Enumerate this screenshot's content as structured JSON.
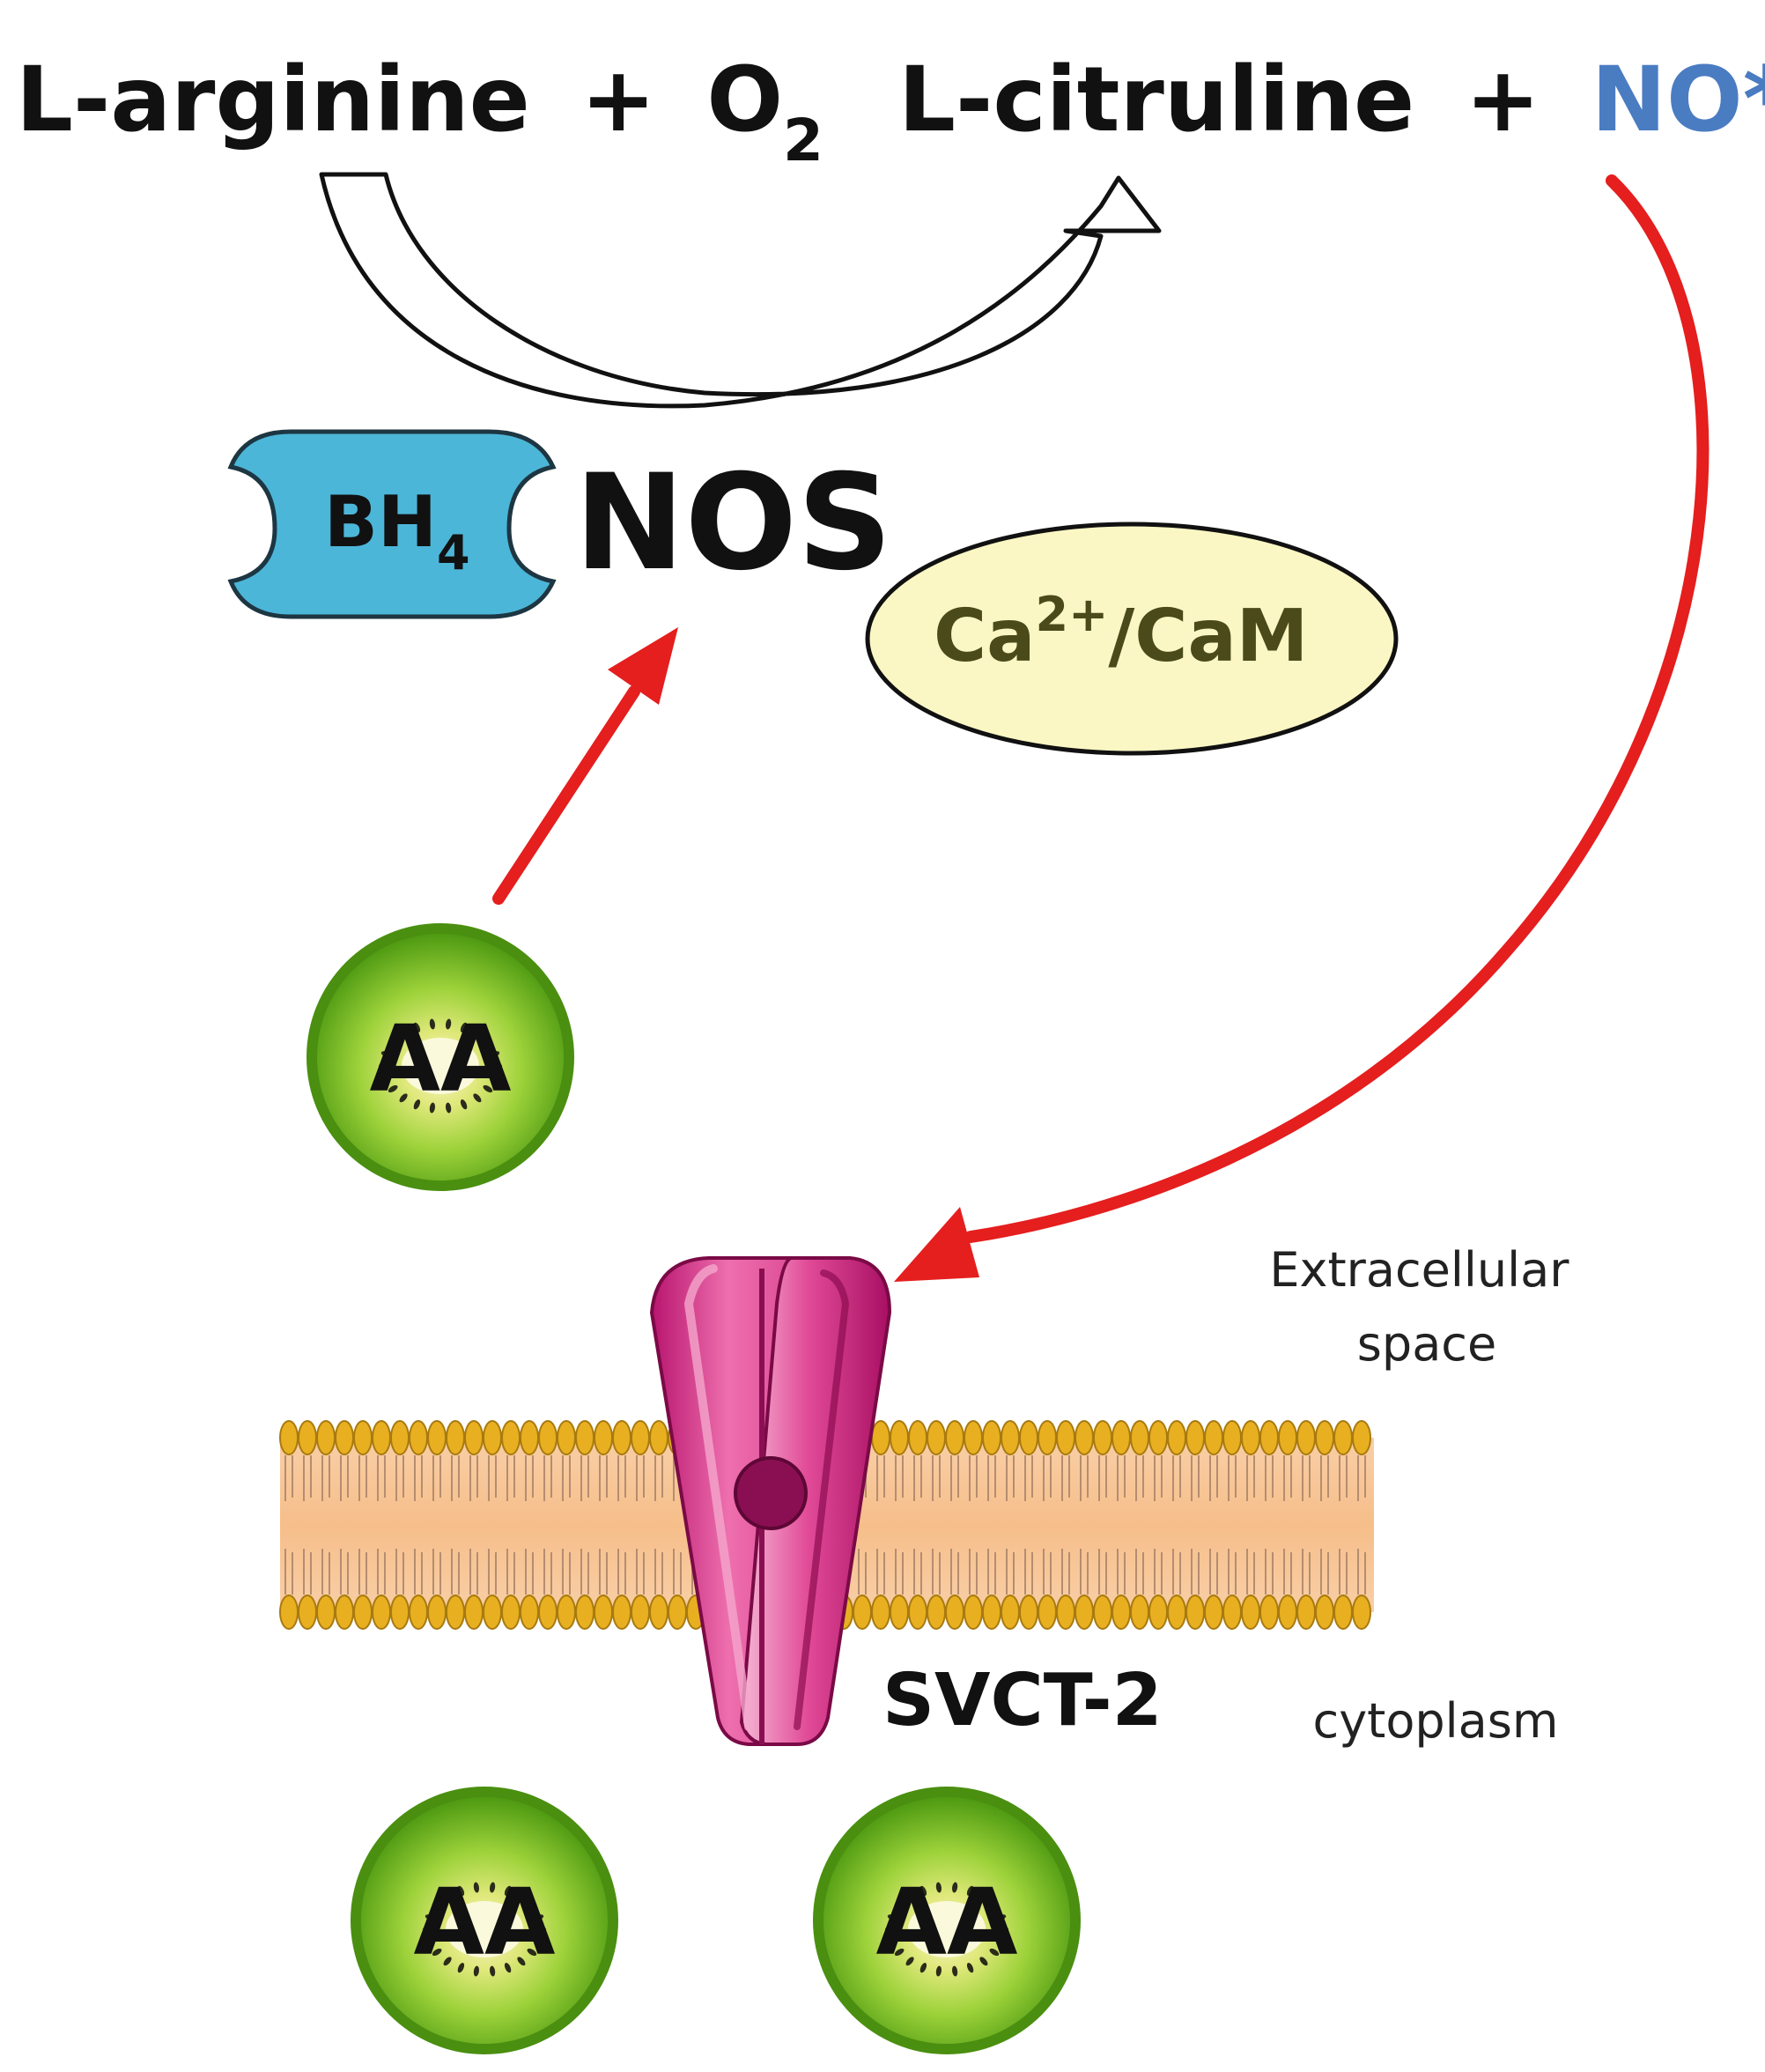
{
  "reaction": {
    "substrate_a": "L-arginine",
    "plus_1": "+",
    "substrate_b": "O",
    "substrate_b_sub": "2",
    "product_a": "L-citruline",
    "plus_2": "+",
    "product_b": "NO*"
  },
  "enzyme": {
    "name": "NOS",
    "cofactor_1": "BH",
    "cofactor_1_sub": "4",
    "cofactor_2_base": "Ca",
    "cofactor_2_sup": "2+",
    "cofactor_2_tail": "/CaM"
  },
  "molecules": {
    "ascorbate_label": "AA"
  },
  "membrane": {
    "transporter": "SVCT-2",
    "outside_line_1": "Extracellular",
    "outside_line_2": "space",
    "inside": "cytoplasm"
  },
  "colors": {
    "arrow_red": "#e51e1e",
    "no_blue": "#4a7cc2",
    "bh4_fill": "#4cb6d8",
    "ca_fill": "#fbf7c4",
    "kiwi_green": "#6fbf1c",
    "transporter_pink": "#d9408d",
    "lipid_head": "#e8b020",
    "membrane_core": "#f7c79a"
  },
  "icons": [
    "kiwi-slice-icon",
    "lipid-bilayer-icon",
    "transporter-channel-icon"
  ]
}
